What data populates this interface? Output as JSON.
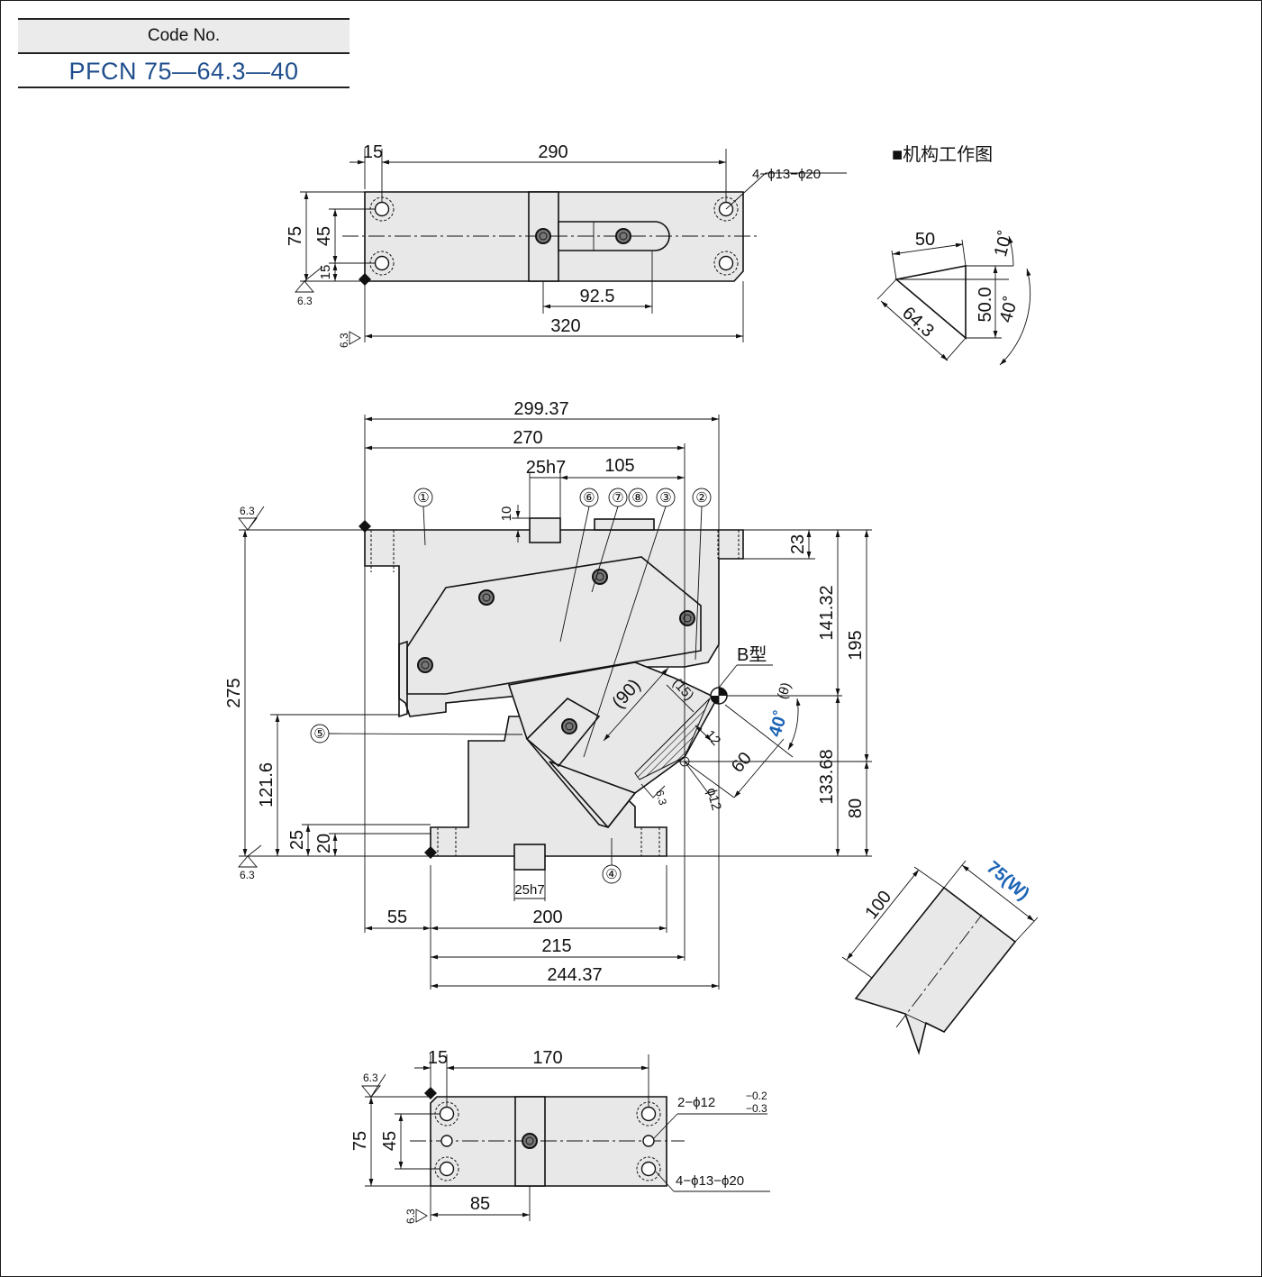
{
  "header": {
    "code_label": "Code No.",
    "code_value": "PFCN 75—64.3—40"
  },
  "legend": {
    "mechanism_title": "■机构工作图"
  },
  "top_view": {
    "dim_15": "15",
    "dim_290": "290",
    "dim_75": "75",
    "dim_45": "45",
    "dim_15b": "15",
    "dim_92_5": "92.5",
    "dim_320": "320",
    "holes": "4−ϕ13−ϕ20",
    "roughness_a": "6.3",
    "roughness_b": "6.3"
  },
  "mechanism": {
    "dim_50": "50",
    "dim_10deg": "10˚",
    "dim_64_3": "64.3",
    "dim_50_0": "50.0",
    "dim_40deg": "40˚"
  },
  "front_view": {
    "dim_299_37": "299.37",
    "dim_270": "270",
    "dim_25h7_top": "25h7",
    "dim_105": "105",
    "dim_10": "10",
    "dim_23": "23",
    "dim_141_32": "141.32",
    "dim_195": "195",
    "dim_133_68": "133.68",
    "dim_80": "80",
    "dim_275": "275",
    "dim_121_6": "121.6",
    "dim_25": "25",
    "dim_20": "20",
    "dim_55": "55",
    "dim_200": "200",
    "dim_215": "215",
    "dim_244_37": "244.37",
    "dim_25h7_bottom": "25h7",
    "dim_90": "(90)",
    "dim_15p": "(15)",
    "dim_12": "12",
    "dim_60": "60",
    "dim_phi12": "ϕ12",
    "angle_value": "40˚",
    "angle_theta": "(θ)",
    "b_type": "B型",
    "roughness_top": "6.3",
    "roughness_bottom": "6.3",
    "roughness_mid": "6.3",
    "labels": [
      "①",
      "②",
      "③",
      "④",
      "⑤",
      "⑥",
      "⑦",
      "⑧"
    ]
  },
  "blade_view": {
    "dim_100": "100",
    "dim_width": "75(W)"
  },
  "bottom_view": {
    "dim_15": "15",
    "dim_170": "170",
    "dim_75": "75",
    "dim_45": "45",
    "dim_85": "85",
    "holes_small": "2−ϕ12",
    "tol_upper": "−0.2",
    "tol_lower": "−0.3",
    "holes_large": "4−ϕ13−ϕ20",
    "roughness_a": "6.3",
    "roughness_b": "6.3"
  }
}
